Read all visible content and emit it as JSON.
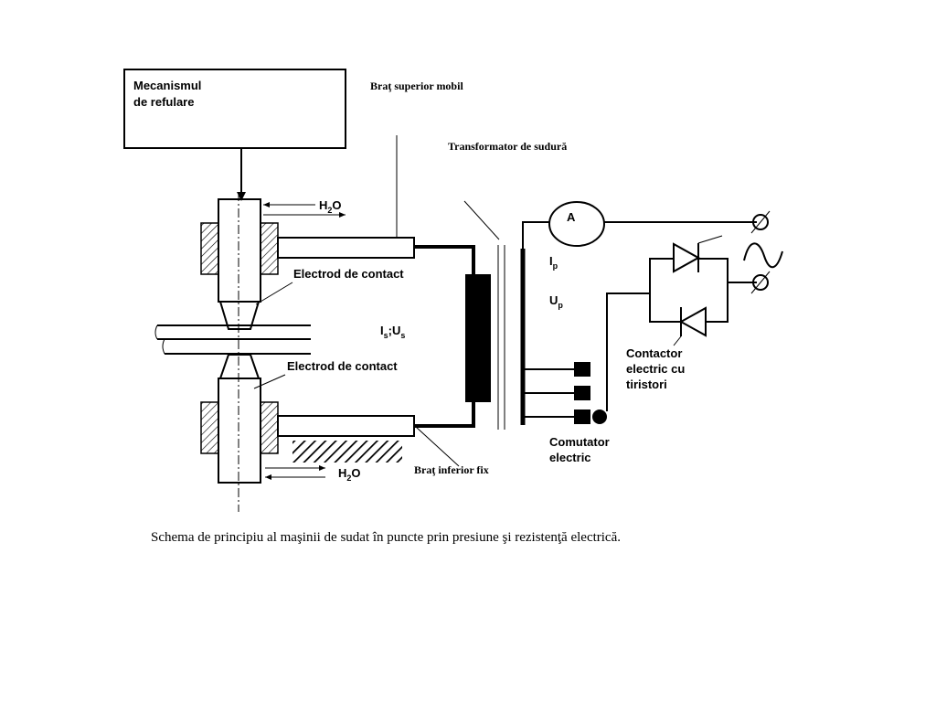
{
  "labels": {
    "mechanism_line1": "Mecanismul",
    "mechanism_line2": "de refulare",
    "upper_arm": "Braţ superior  mobil",
    "transformer": "Transformator de sudură",
    "water_base": "H",
    "water_sub": "2",
    "water_end": "O",
    "electrode_upper": "Electrod de contact",
    "electrode_lower": "Electrod de contact",
    "secondary_i": "I",
    "secondary_i_sub": "s",
    "secondary_sep": ";U",
    "secondary_u_sub": "s",
    "primary_i": "I",
    "primary_i_sub": "p",
    "primary_u": "U",
    "primary_u_sub": "p",
    "ammeter": "A",
    "contactor_line1": "Contactor",
    "contactor_line2": "electric cu",
    "contactor_line3": "tiristori",
    "commutator_line1": "Comutator",
    "commutator_line2": "electric",
    "lower_arm": "Braţ inferior  fix",
    "caption": "Schema de principiu al maşinii  de sudat în puncte prin presiune şi  rezistenţă electrică."
  }
}
